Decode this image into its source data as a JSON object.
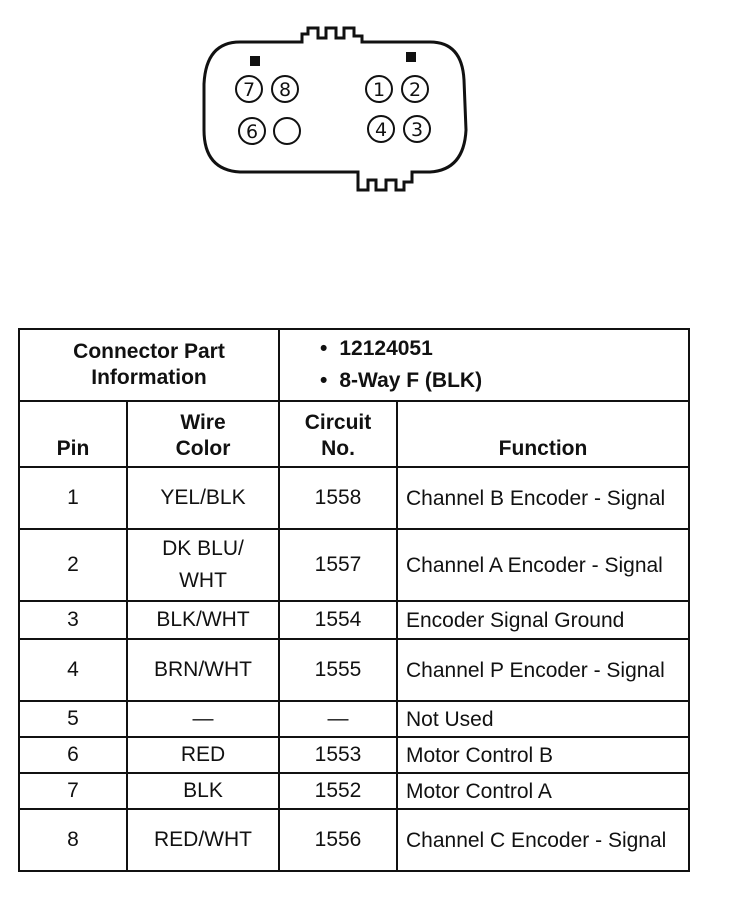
{
  "connector": {
    "pins_left": [
      "7",
      "8",
      "6",
      ""
    ],
    "pins_right": [
      "1",
      "2",
      "4",
      "3"
    ]
  },
  "info": {
    "label_line1": "Connector Part",
    "label_line2": "Information",
    "part_number": "12124051",
    "description": "8-Way F (BLK)"
  },
  "headers": {
    "pin": "Pin",
    "wire_color_line1": "Wire",
    "wire_color_line2": "Color",
    "circuit_line1": "Circuit",
    "circuit_line2": "No.",
    "function": "Function"
  },
  "rows": [
    {
      "pin": "1",
      "wire": "YEL/BLK",
      "circuit": "1558",
      "function": "Channel B Encoder - Signal"
    },
    {
      "pin": "2",
      "wire": "DK BLU/ WHT",
      "circuit": "1557",
      "function": "Channel A Encoder - Signal"
    },
    {
      "pin": "3",
      "wire": "BLK/WHT",
      "circuit": "1554",
      "function": "Encoder Signal Ground"
    },
    {
      "pin": "4",
      "wire": "BRN/WHT",
      "circuit": "1555",
      "function": "Channel P Encoder - Signal"
    },
    {
      "pin": "5",
      "wire": "—",
      "circuit": "—",
      "function": "Not Used"
    },
    {
      "pin": "6",
      "wire": "RED",
      "circuit": "1553",
      "function": "Motor Control B"
    },
    {
      "pin": "7",
      "wire": "BLK",
      "circuit": "1552",
      "function": "Motor Control A"
    },
    {
      "pin": "8",
      "wire": "RED/WHT",
      "circuit": "1556",
      "function": "Channel C Encoder - Signal"
    }
  ]
}
